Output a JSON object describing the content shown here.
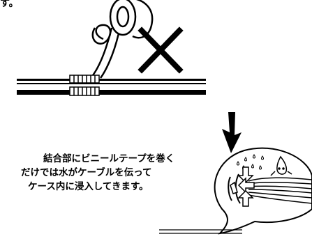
{
  "top_fragment": "す。",
  "caption": {
    "line1": "結合部にビニールテープを巻く",
    "line2": "だけでは水がケーブルを伝って",
    "line3": "ケース内に浸入してきます。"
  },
  "colors": {
    "ink": "#000000",
    "background": "#ffffff"
  },
  "icons": [
    "tape-roll-icon",
    "x-mark-icon",
    "down-arrow-icon",
    "water-drops-icon",
    "water-drop-character-icon",
    "inflow-arrow-icon"
  ]
}
